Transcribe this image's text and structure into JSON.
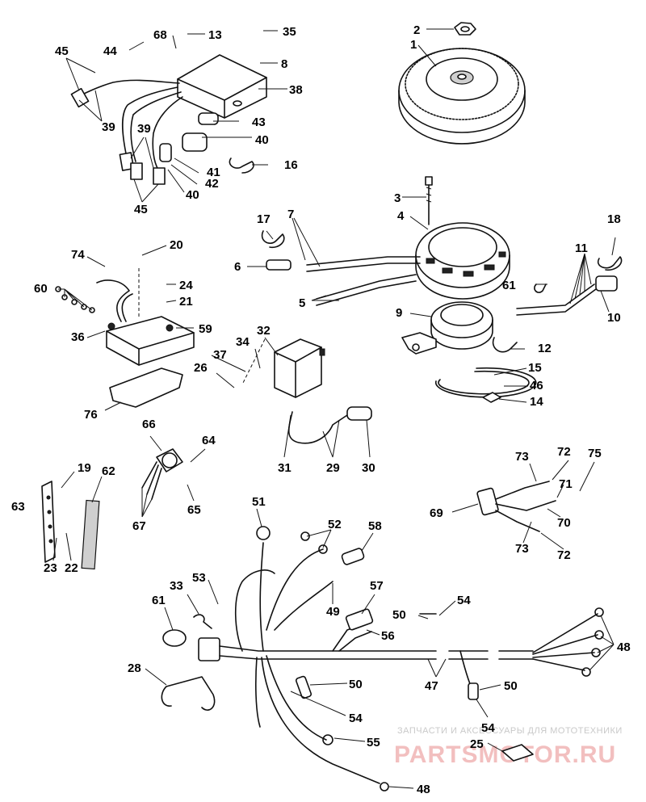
{
  "watermark": {
    "tagline": "ЗАПЧАСТИ И АКСЕССУАРЫ ДЛЯ МОТОТЕХНИКИ",
    "brand": "PARTSMOTOR.RU"
  },
  "callouts": {
    "n1": "1",
    "n2": "2",
    "n3": "3",
    "n4": "4",
    "n5": "5",
    "n6": "6",
    "n7": "7",
    "n8": "8",
    "n9": "9",
    "n10": "10",
    "n11": "11",
    "n12": "12",
    "n13": "13",
    "n14": "14",
    "n15": "15",
    "n16": "16",
    "n17": "17",
    "n18": "18",
    "n19": "19",
    "n20": "20",
    "n21": "21",
    "n22": "22",
    "n23": "23",
    "n24": "24",
    "n25": "25",
    "n26": "26",
    "n28": "28",
    "n29": "29",
    "n30": "30",
    "n31": "31",
    "n32": "32",
    "n33": "33",
    "n34": "34",
    "n35": "35",
    "n36": "36",
    "n37": "37",
    "n38": "38",
    "n39": "39",
    "n40": "40",
    "n41": "41",
    "n42": "42",
    "n43": "43",
    "n44": "44",
    "n45": "45",
    "n46": "46",
    "n47": "47",
    "n48": "48",
    "n49": "49",
    "n50": "50",
    "n51": "51",
    "n52": "52",
    "n53": "53",
    "n54": "54",
    "n55": "55",
    "n56": "56",
    "n57": "57",
    "n58": "58",
    "n59": "59",
    "n60": "60",
    "n61": "61",
    "n62": "62",
    "n63": "63",
    "n64": "64",
    "n65": "65",
    "n66": "66",
    "n67": "67",
    "n68": "68",
    "n69": "69",
    "n70": "70",
    "n71": "71",
    "n72": "72",
    "n73": "73",
    "n74": "74",
    "n75": "75",
    "n76": "76"
  }
}
